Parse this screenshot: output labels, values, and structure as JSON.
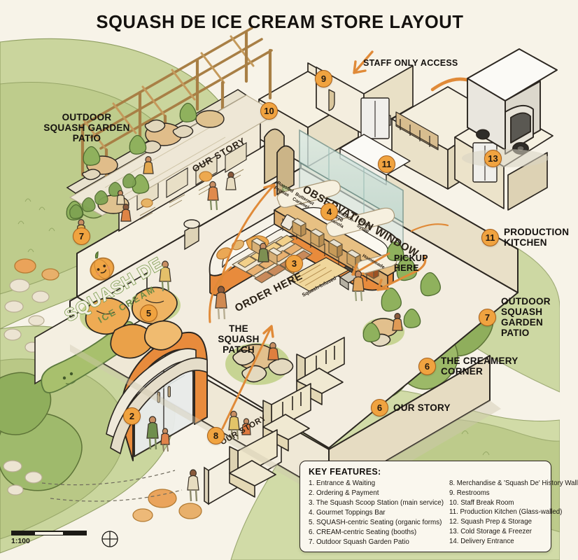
{
  "title": "SQUASH DE ICE CREAM STORE LAYOUT",
  "colors": {
    "background": "#f7f3e8",
    "badge_fill": "#f0a340",
    "badge_stroke": "#a85f18",
    "grass_light": "#c9d492",
    "grass_mid": "#b3c478",
    "grass_dark": "#93aa5e",
    "shrub": "#9dba6a",
    "wall_light": "#f4efe2",
    "wall_shade": "#e6dcc4",
    "wall_dark": "#d8cbac",
    "floor": "#f2ece0",
    "counter_orange": "#e88b3c",
    "wood": "#c99b5e",
    "arrow": "#e08a38",
    "glass": "#cfe3df",
    "outline": "#2b2620",
    "truck": "#f2f0ea"
  },
  "annotations": {
    "outdoor_patio_left": "OUTDOOR\nSQUASH GARDEN\nPATIO",
    "staff_only": "STAFF ONLY ACCESS",
    "observation_window": "OBSERVATION WINDOW",
    "our_story_wall": "OUR STORY",
    "our_story_panel": "OUR STORY",
    "order_here": "ORDER HERE",
    "pickup_here": "PICKUP\nHERE",
    "squash_patch": "THE\nSQUASH\nPATCH",
    "squash_infused": "Squash-Infused"
  },
  "logo": {
    "line1": "SQUASH DE",
    "line2": "ICE CREAM",
    "mascot": "pumpkin-mascot"
  },
  "toppings": [
    "Roasted\nPepitas",
    "Butternut\nCaramel",
    "Cinnamon-\nBaked\nGranola",
    "Maple\nSyrup",
    "Homemade"
  ],
  "callouts": [
    {
      "num": "11",
      "label": "PRODUCTION\nKITCHEN"
    },
    {
      "num": "7",
      "label": "OUTDOOR\nSQUASH\nGARDEN\nPATIO"
    },
    {
      "num": "6",
      "label": "THE CREAMERY\nCORNER"
    },
    {
      "num": "6",
      "label": "OUR STORY"
    }
  ],
  "map_badges": [
    {
      "num": "9"
    },
    {
      "num": "10"
    },
    {
      "num": "11"
    },
    {
      "num": "13"
    },
    {
      "num": "4"
    },
    {
      "num": "3"
    },
    {
      "num": "7"
    },
    {
      "num": "5"
    },
    {
      "num": "2"
    },
    {
      "num": "8"
    }
  ],
  "key_features": {
    "heading": "KEY FEATURES:",
    "left": [
      "1. Entrance & Waiting",
      "2. Ordering & Payment",
      "3. The Squash Scoop Station (main service)",
      "4. Gourmet Toppings Bar",
      "5. SQUASH-centric Seating (organic forms)",
      "6. CREAM-centric Seating (booths)",
      "7. Outdoor Squash Garden Patio"
    ],
    "right": [
      "8. Merchandise & 'Squash De' History Wall",
      "9. Restrooms",
      "10. Staff Break Room",
      "11. Production Kitchen (Glass-walled)",
      "12. Squash Prep & Storage",
      "13. Cold Storage & Freezer",
      "14. Delivery Entrance"
    ]
  },
  "scale": {
    "ratio": "1:100",
    "compass": "north-compass-icon"
  }
}
